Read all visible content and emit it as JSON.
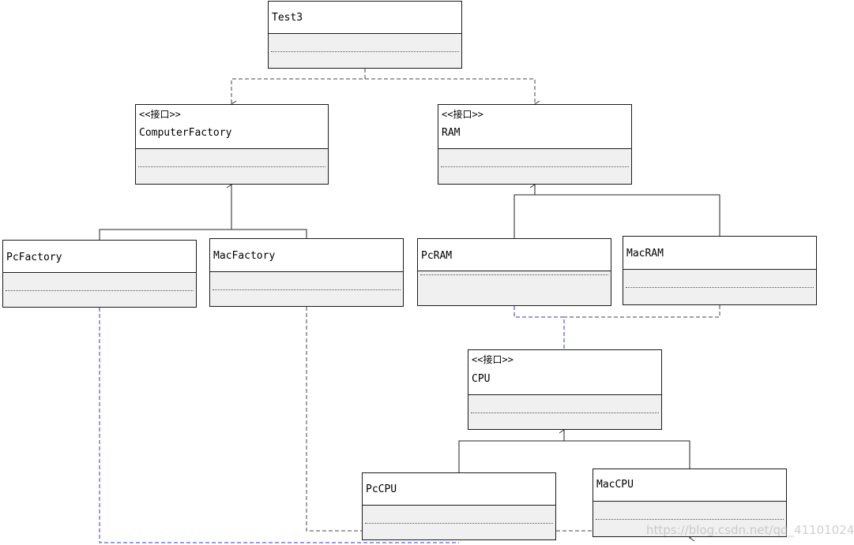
{
  "classes": {
    "test3": {
      "name": "Test3"
    },
    "computer_factory": {
      "stereotype": "<<接口>>",
      "name": "ComputerFactory"
    },
    "ram": {
      "stereotype": "<<接口>>",
      "name": "RAM"
    },
    "pc_factory": {
      "name": "PcFactory"
    },
    "mac_factory": {
      "name": "MacFactory"
    },
    "pc_ram": {
      "name": "PcRAM"
    },
    "mac_ram": {
      "name": "MacRAM"
    },
    "cpu": {
      "stereotype": "<<接口>>",
      "name": "CPU"
    },
    "pc_cpu": {
      "name": "PcCPU"
    },
    "mac_cpu": {
      "name": "MacCPU"
    }
  },
  "relationships": [
    {
      "type": "dependency",
      "from": "Test3",
      "to": "ComputerFactory"
    },
    {
      "type": "dependency",
      "from": "Test3",
      "to": "RAM"
    },
    {
      "type": "generalization",
      "from": "PcFactory",
      "to": "ComputerFactory"
    },
    {
      "type": "generalization",
      "from": "MacFactory",
      "to": "ComputerFactory"
    },
    {
      "type": "generalization",
      "from": "PcRAM",
      "to": "RAM"
    },
    {
      "type": "generalization",
      "from": "MacRAM",
      "to": "RAM"
    },
    {
      "type": "dependency",
      "from": "PcRAM",
      "to": "CPU"
    },
    {
      "type": "dependency",
      "from": "MacRAM",
      "to": "CPU"
    },
    {
      "type": "generalization",
      "from": "PcCPU",
      "to": "CPU"
    },
    {
      "type": "generalization",
      "from": "MacCPU",
      "to": "CPU"
    },
    {
      "type": "dependency",
      "from": "PcFactory",
      "to": "PcCPU"
    },
    {
      "type": "dependency",
      "from": "MacFactory",
      "to": "MacCPU"
    }
  ],
  "colors": {
    "border": "#1a1a1a",
    "attribute_fill": "#f0f0f0",
    "dependency_line": "#444444",
    "highlight_line": "#3333dd"
  },
  "watermark": "https://blog.csdn.net/qq_41101024"
}
